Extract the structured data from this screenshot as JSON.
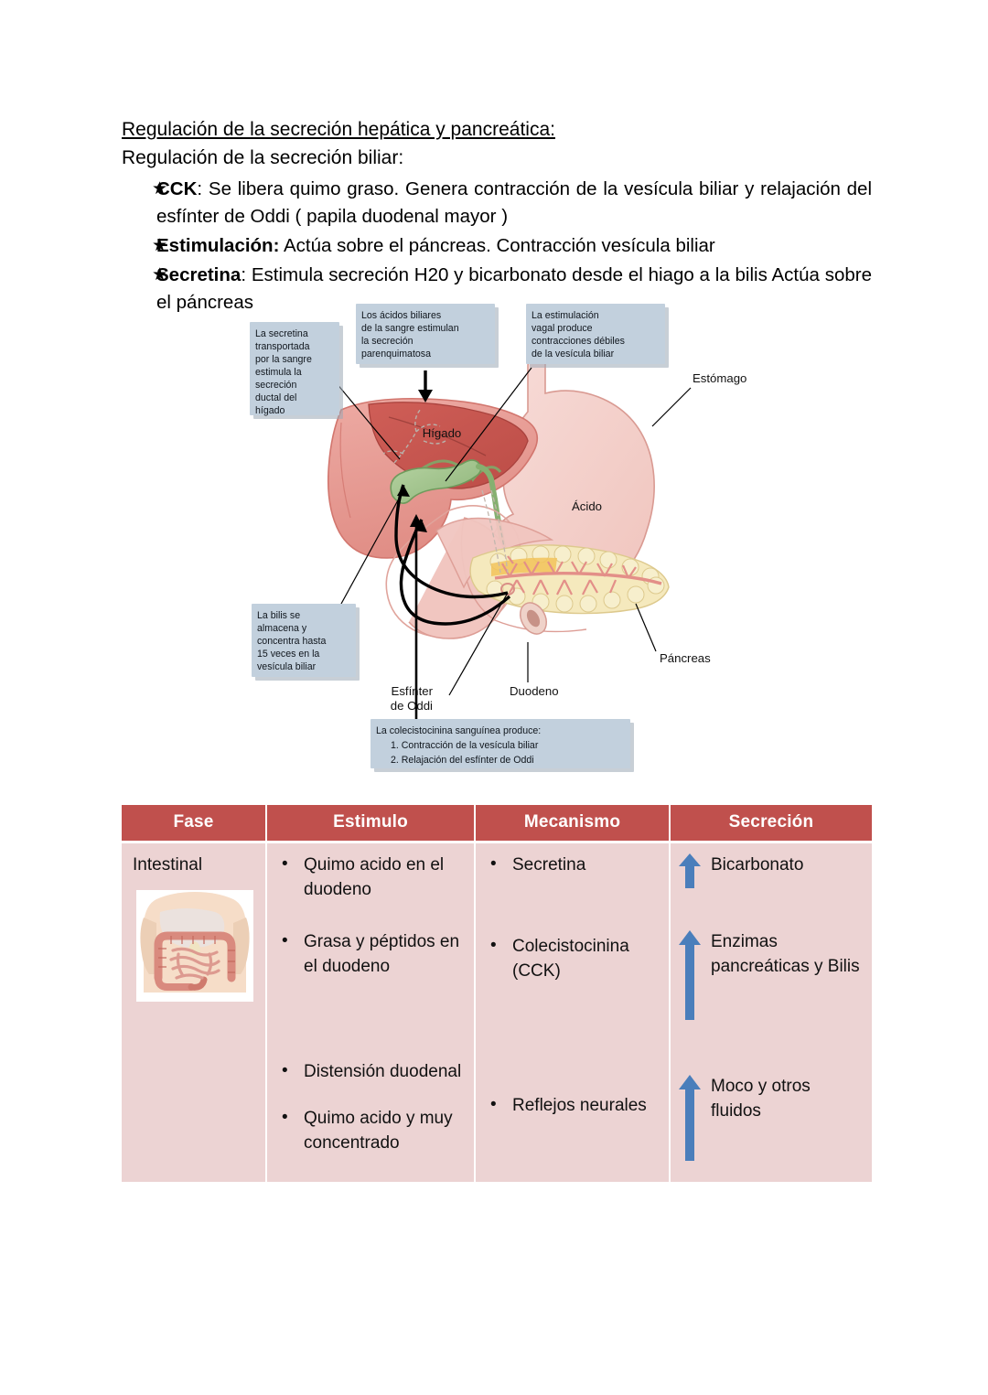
{
  "document": {
    "heading": "Regulación de la secreción hepática y pancreática:",
    "subheading": "Regulación de la secreción biliar:",
    "bullets": [
      {
        "term": "CCK",
        "separator": ":",
        "text": "Se libera quimo graso. Genera contracción de la vesícula biliar y relajación del esfínter de Oddi ( papila duodenal mayor )"
      },
      {
        "term": "Estimulación:",
        "separator": "",
        "text": "Actúa sobre el páncreas. Contracción vesícula biliar"
      },
      {
        "term": "Secretina",
        "separator": ":",
        "text": "Estimula secreción H20 y bicarbonato desde el hiago a la bilis Actúa sobre el páncreas"
      }
    ],
    "bullet_marker": "★"
  },
  "figure": {
    "callouts": {
      "secretina": [
        "La secretina",
        "transportada",
        "por la sangre",
        "estimula la",
        "secreción",
        "ductal del",
        "hígado"
      ],
      "acidos_biliares": [
        "Los ácidos biliares",
        "de la sangre estimulan",
        "la secreción",
        "parenquimatosa"
      ],
      "vagal": [
        "La estimulación",
        "vagal produce",
        "contracciones débiles",
        "de la vesícula biliar"
      ],
      "bilis": [
        "La bilis se",
        "almacena y",
        "concentra hasta",
        "15 veces en la",
        "vesícula biliar"
      ],
      "colecistocinina": [
        "La colecistocinina sanguínea produce:",
        "1. Contracción de la vesícula biliar",
        "2. Relajación del esfínter de Oddi"
      ]
    },
    "organ_labels": {
      "higado": "Hígado",
      "estomago": "Estómago",
      "acido": "Ácido",
      "pancreas": "Páncreas",
      "duodeno": "Duodeno",
      "esfinter_line1": "Esfínter",
      "esfinter_line2": "de Oddi"
    },
    "colors": {
      "callout_bg": "#c2d0dd",
      "liver": "#e8938c",
      "liver_dark": "#c8544f",
      "stomach": "#f3c9c4",
      "gallbladder": "#9dc08b",
      "pancreas": "#f5e9bd",
      "duct_pink": "#e7948f"
    }
  },
  "table": {
    "headers": [
      "Fase",
      "Estimulo",
      "Mecanismo",
      "Secreción"
    ],
    "row": {
      "fase": "Intestinal",
      "fase_image": "abdomen-anatomy-thumbnail",
      "estimulo": [
        "Quimo acido en el duodeno",
        "Grasa y péptidos en el duodeno",
        "Distensión duodenal",
        "Quimo acido y muy concentrado"
      ],
      "mecanismo": [
        "Secretina",
        "Colecistocinina (CCK)",
        "Reflejos neurales"
      ],
      "secrecion": [
        "Bicarbonato",
        "Enzimas pancreáticas y Bilis",
        "Moco y otros fluidos"
      ]
    },
    "bullet_marker": "•",
    "colors": {
      "header_bg": "#c0504d",
      "header_text": "#ffffff",
      "cell_bg": "#ecd3d3",
      "arrow": "#4a7ebb"
    }
  }
}
